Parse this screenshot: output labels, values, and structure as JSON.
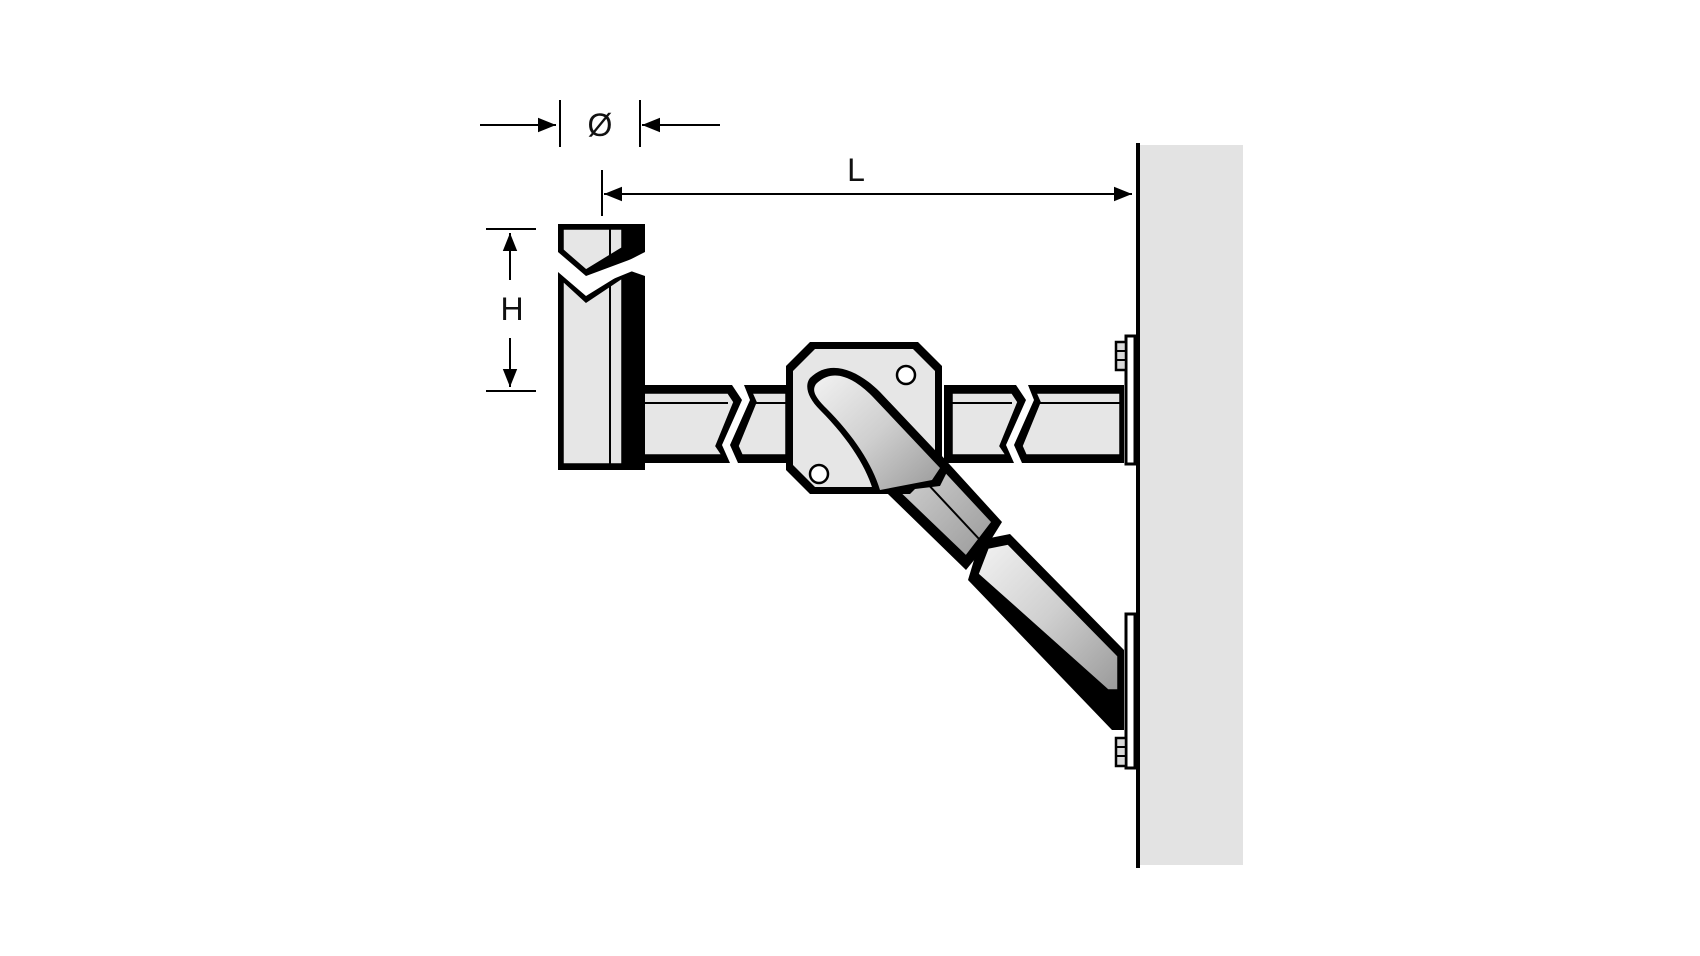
{
  "diagram": {
    "labels": {
      "diameter": "Ø",
      "height": "H",
      "length": "L"
    },
    "colors": {
      "wall": "#e3e3e3",
      "steel_light": "#e6e6e6",
      "steel_mid": "#c8c8c8",
      "steel_dark": "#8a8a8a",
      "outline": "#000000",
      "background": "#ffffff"
    }
  }
}
